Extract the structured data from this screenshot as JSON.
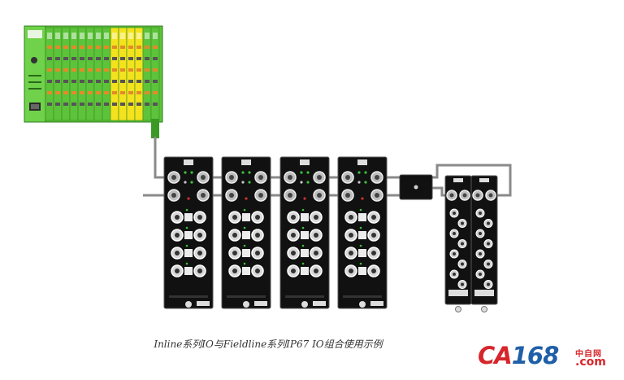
{
  "caption": "Inline系列IO与Fieldline系列IP67 IO组合使用示例",
  "logo": {
    "ca": "CA",
    "num": "168",
    "zh": "中自网",
    "com": ".com"
  },
  "colors": {
    "plc_green": "#5cc33a",
    "terminal_yellow": "#f3e21e",
    "module_black": "#111111",
    "cable_gray": "#8a8a8a",
    "logo_red": "#d7262b",
    "logo_blue": "#1f5fa8"
  },
  "devices": {
    "controller": "inline-controller-with-io-terminals",
    "ip67_modules_large": 4,
    "splitter": "fieldbus-splitter-box",
    "ip67_modules_slim": 2
  }
}
